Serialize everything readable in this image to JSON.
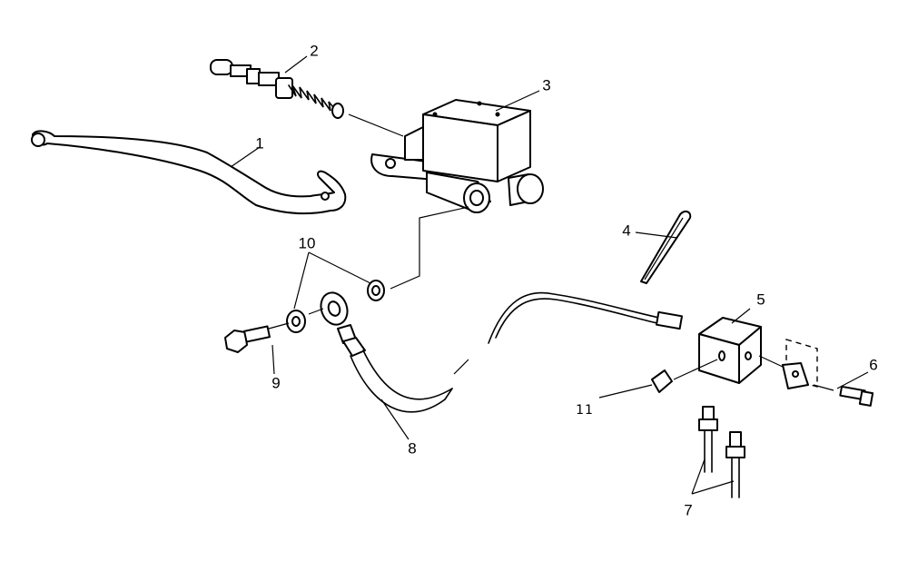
{
  "diagram": {
    "style": "exploded parts diagram, black line art on white",
    "colors": {
      "ink": "#000000",
      "paper": "#ffffff"
    },
    "callouts": [
      {
        "id": "1",
        "text": "1"
      },
      {
        "id": "2",
        "text": "2"
      },
      {
        "id": "3",
        "text": "3"
      },
      {
        "id": "4",
        "text": "4"
      },
      {
        "id": "5",
        "text": "5"
      },
      {
        "id": "6",
        "text": "6"
      },
      {
        "id": "7",
        "text": "7"
      },
      {
        "id": "8",
        "text": "8"
      },
      {
        "id": "9",
        "text": "9"
      },
      {
        "id": "10",
        "text": "10"
      },
      {
        "id": "11",
        "text": "11"
      }
    ]
  }
}
